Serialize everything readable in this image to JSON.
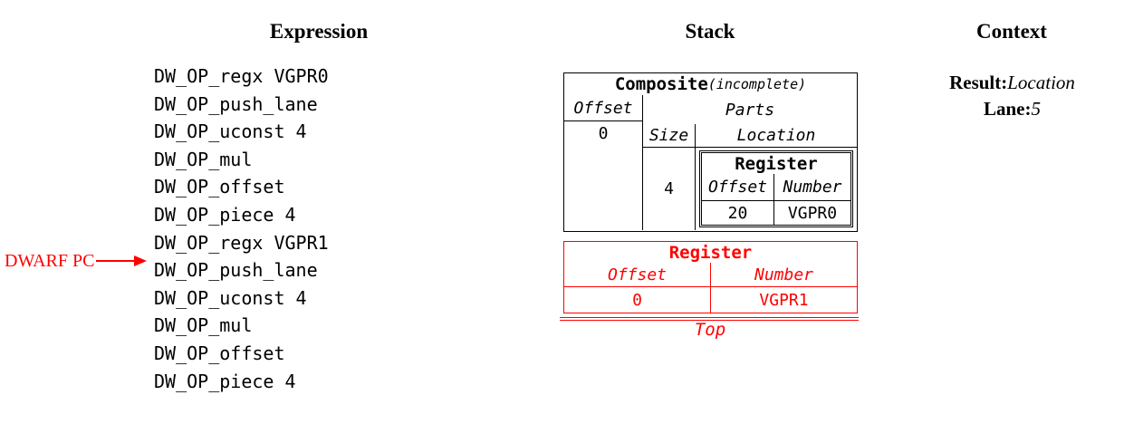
{
  "columns": {
    "expression": {
      "title": "Expression"
    },
    "stack": {
      "title": "Stack"
    },
    "context": {
      "title": "Context"
    }
  },
  "expression": {
    "opcodes": [
      "DW_OP_regx VGPR0",
      "DW_OP_push_lane",
      "DW_OP_uconst 4",
      "DW_OP_mul",
      "DW_OP_offset",
      "DW_OP_piece 4",
      "DW_OP_regx VGPR1",
      "DW_OP_push_lane",
      "DW_OP_uconst 4",
      "DW_OP_mul",
      "DW_OP_offset",
      "DW_OP_piece 4"
    ],
    "pc_label": "DWARF PC",
    "pc_target_index": 7
  },
  "stack": {
    "composite": {
      "title": "Composite",
      "subtitle": "(incomplete)",
      "offset_header": "Offset",
      "offset_value": "0",
      "parts_header": "Parts",
      "size_header": "Size",
      "location_header": "Location",
      "parts": [
        {
          "size": "4",
          "location": {
            "type_title": "Register",
            "offset_header": "Offset",
            "number_header": "Number",
            "offset_value": "20",
            "number_value": "VGPR0"
          }
        }
      ]
    },
    "top_entry": {
      "type_title": "Register",
      "offset_header": "Offset",
      "number_header": "Number",
      "offset_value": "0",
      "number_value": "VGPR1"
    },
    "top_label": "Top"
  },
  "context": {
    "result_label": "Result:",
    "result_value": "Location",
    "lane_label": "Lane:",
    "lane_value": "5"
  },
  "colors": {
    "text": "#000000",
    "highlight_red": "#ff0000"
  }
}
